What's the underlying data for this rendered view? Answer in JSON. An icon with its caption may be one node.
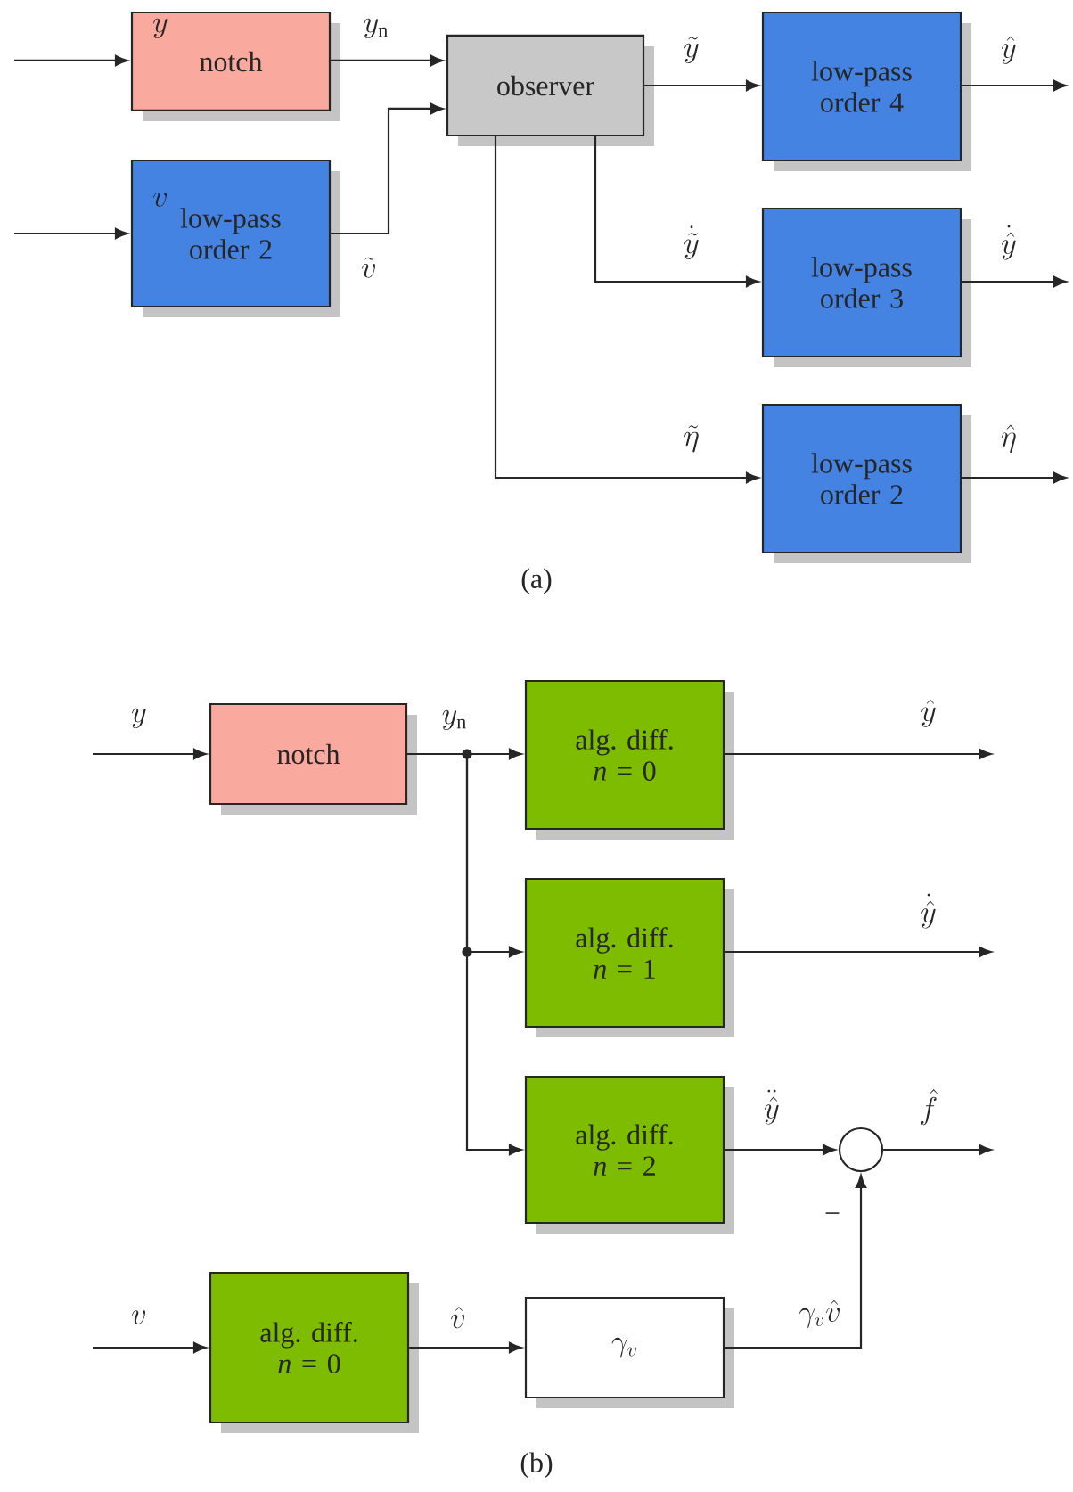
{
  "diagram": {
    "nodes": [
      {
        "text": [
          "notch"
        ]
      },
      {
        "text": [
          "low-pass order 2"
        ]
      },
      {
        "text": [
          "observer"
        ]
      },
      {
        "text": [
          "low-pass order 4"
        ]
      },
      {
        "text": [
          "low-pass order 3"
        ]
      },
      {
        "text": [
          "low-pass order 2"
        ]
      },
      {
        "text": [
          "notch"
        ]
      },
      {
        "text": [
          "alg. diff. *n* = 0"
        ]
      },
      {
        "text": [
          "alg. diff. *n* = 1"
        ]
      },
      {
        "text": [
          "alg. diff. *n* = 2"
        ]
      },
      {
        "text": [
          "alg. diff. *n* = 0"
        ]
      },
      {
        "text": [
          "\\gamma_v"
        ]
      },
      {
        "text": [],
        "shape": "circle"
      }
    ],
    "edges": [
      {
        "from": null,
        "to": 0,
        "arrow": "to",
        "label": "y"
      },
      {
        "from": null,
        "to": 1,
        "arrow": "to",
        "label": "v"
      },
      {
        "from": 0,
        "to": 2,
        "arrow": "to",
        "label": "y_{\\mathrm{n}}"
      },
      {
        "from": 1,
        "to": 2,
        "arrow": "to",
        "label": "\\tilde{v}"
      },
      {
        "from": 2,
        "to": 3,
        "arrow": "to",
        "label": "\\tilde{y}"
      },
      {
        "from": 2,
        "to": 4,
        "arrow": "to",
        "label": "\\dot{\\tilde{y}}"
      },
      {
        "from": 2,
        "to": 5,
        "arrow": "to",
        "label": "\\tilde{\\eta}"
      },
      {
        "from": 3,
        "to": null,
        "arrow": "to",
        "label": "\\hat{y}"
      },
      {
        "from": 4,
        "to": null,
        "arrow": "to",
        "label": "\\dot{\\hat{y}}"
      },
      {
        "from": 5,
        "to": null,
        "arrow": "to",
        "label": "\\hat{\\eta}"
      },
      {
        "from": null,
        "to": 6,
        "arrow": "to",
        "label": "y"
      },
      {
        "from": 6,
        "to": 7,
        "arrow": "to",
        "label": "y_{\\mathrm{n}}"
      },
      {
        "from": 6,
        "to": 8,
        "arrow": "to"
      },
      {
        "from": 6,
        "to": 9,
        "arrow": "to"
      },
      {
        "from": 7,
        "to": null,
        "arrow": "to",
        "label": "\\hat{y}"
      },
      {
        "from": 8,
        "to": null,
        "arrow": "to",
        "label": "\\dot{\\hat{y}}"
      },
      {
        "from": 9,
        "to": 12,
        "arrow": "to",
        "label": "\\ddot{\\hat{y}}"
      },
      {
        "from": 12,
        "to": null,
        "arrow": "to",
        "label": "\\hat{f}"
      },
      {
        "from": null,
        "to": 10,
        "arrow": "to",
        "label": "v"
      },
      {
        "from": 10,
        "to": 11,
        "arrow": "to",
        "label": "\\hat{v}"
      },
      {
        "from": 11,
        "to": 12,
        "arrow": "to",
        "label": "\\gamma_v\\hat{v}"
      }
    ],
    "labels": [
      "(a)",
      "−",
      "(b)"
    ]
  }
}
